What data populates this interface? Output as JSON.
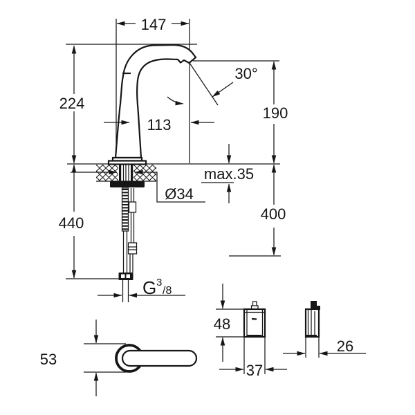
{
  "colors": {
    "line": "#161616",
    "background": "#ffffff"
  },
  "labels": {
    "dim_147": "147",
    "dim_224": "224",
    "dim_113": "113",
    "angle_30": "30°",
    "dim_190": "190",
    "max_depth": "max.35",
    "hole_diameter": "Ø34",
    "dim_400": "400",
    "dim_440": "440",
    "thread_g": "G",
    "thread_numerator": "3",
    "thread_denominator": "/8",
    "dim_53": "53",
    "dim_48": "48",
    "dim_37": "37",
    "dim_26": "26"
  }
}
